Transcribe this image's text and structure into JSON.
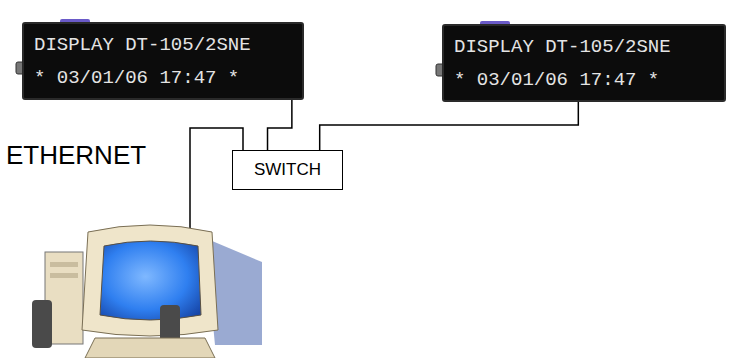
{
  "diagram": {
    "nodes": [
      {
        "text": [
          "DISPLAY DT-105/2SNE",
          "* 03/01/06 17:47 *"
        ]
      },
      {
        "text": [
          "DISPLAY DT-105/2SNE",
          "* 03/01/06 17:47 *"
        ]
      },
      {
        "text": [
          "SWITCH"
        ]
      }
    ],
    "edges": [
      {
        "from": 0,
        "to": 2,
        "arrow": "none"
      },
      {
        "from": 1,
        "to": 2,
        "arrow": "none"
      }
    ],
    "labels": [
      "ETHERNET"
    ]
  }
}
